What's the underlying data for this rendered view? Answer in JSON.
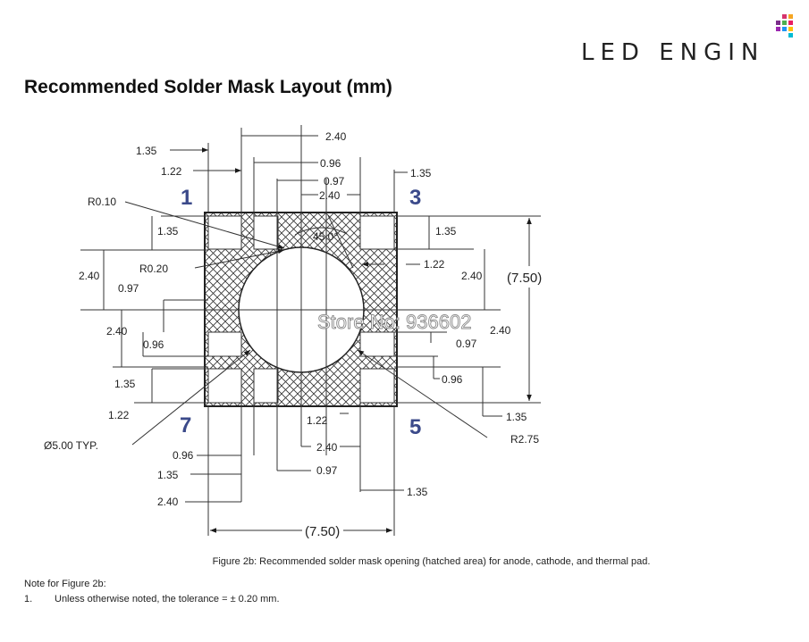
{
  "brand": {
    "name": "LED ENGIN",
    "dot_colors": [
      "#d6336c",
      "#f5a623",
      "#7b2d8b",
      "#4caf50",
      "#e91e63",
      "#2196f3",
      "#ffc107",
      "#9c27b0",
      "#00bcd4"
    ]
  },
  "page": {
    "title": "Recommended Solder Mask Layout (mm)"
  },
  "drawing": {
    "pin_labels": [
      "1",
      "3",
      "7",
      "5"
    ],
    "angle_label": "45.0°",
    "watermark": "Store No: 936602",
    "top_dims": [
      "1.35",
      "1.22",
      "2.40",
      "0.96",
      "0.97",
      "2.40",
      "1.35"
    ],
    "left_dims": [
      "R0.10",
      "1.35",
      "R0.20",
      "2.40",
      "0.97",
      "2.40",
      "0.96",
      "1.35",
      "1.22",
      "Ø5.00 TYP."
    ],
    "right_dims": [
      "1.35",
      "1.22",
      "2.40",
      "(7.50)",
      "0.97",
      "2.40",
      "0.96",
      "1.35",
      "R2.75"
    ],
    "bottom_dims": [
      "1.22",
      "0.96",
      "2.40",
      "1.35",
      "0.97",
      "1.35",
      "2.40",
      "(7.50)"
    ],
    "colors": {
      "line": "#3a4a6b",
      "pin_label": "#3b4a8a",
      "hatch": "#333333"
    }
  },
  "caption": "Figure 2b:  Recommended solder mask opening (hatched area) for anode, cathode, and thermal pad.",
  "note": {
    "title": "Note for Figure 2b:",
    "items": [
      {
        "num": "1.",
        "text": "Unless otherwise noted, the tolerance = ± 0.20 mm."
      }
    ]
  }
}
